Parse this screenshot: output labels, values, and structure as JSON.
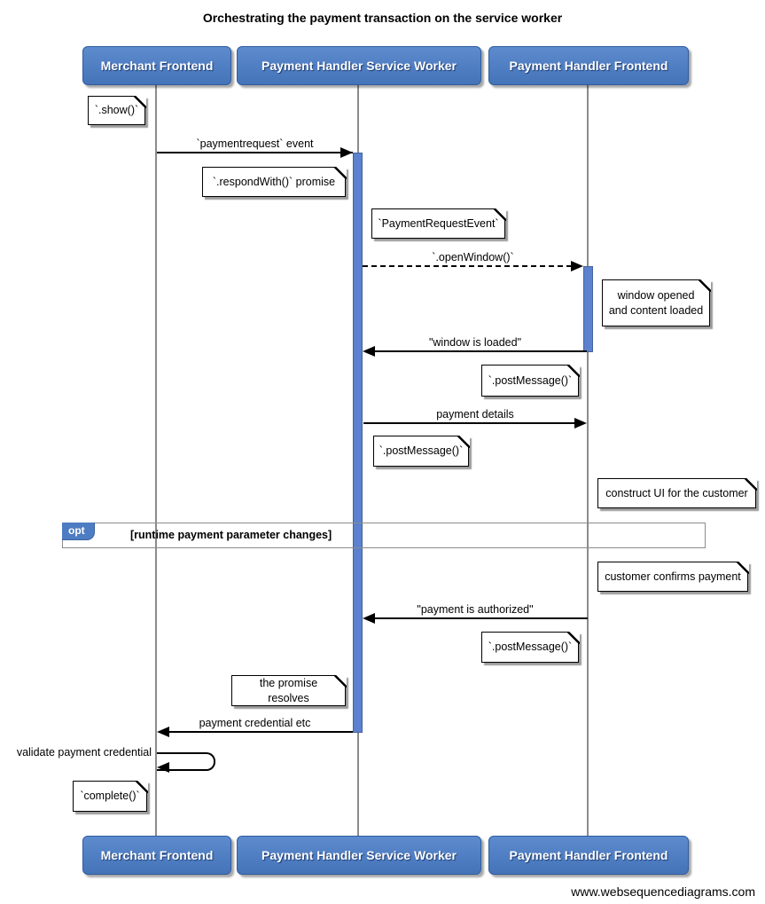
{
  "title": "Orchestrating the payment transaction on the service worker",
  "footer": "www.websequencediagrams.com",
  "actors": [
    {
      "label": "Merchant Frontend"
    },
    {
      "label": "Payment Handler Service Worker"
    },
    {
      "label": "Payment Handler Frontend"
    }
  ],
  "messages": {
    "payment_request": "`paymentrequest` event",
    "open_window": "`.openWindow()`",
    "window_loaded": "\"window is loaded\"",
    "payment_details": "payment details",
    "payment_authorized": "\"payment is authorized\"",
    "payment_credential": "payment credential etc",
    "validate_credential": "validate payment credential"
  },
  "notes": {
    "show": "`.show()`",
    "respond_with": "`.respondWith()` promise",
    "payment_request_event": "`PaymentRequestEvent`",
    "window_opened": "window opened\nand content loaded",
    "post_message_1": "`.postMessage()`",
    "post_message_2": "`.postMessage()`",
    "construct_ui": "construct UI for the customer",
    "customer_confirms": "customer confirms payment",
    "post_message_3": "`.postMessage()`",
    "promise_resolves": "the promise resolves",
    "complete": "`complete()`"
  },
  "fragment": {
    "operator": "opt",
    "condition": "[runtime payment parameter changes]"
  },
  "colors": {
    "actor_fill": "#4d7cc2",
    "activation_fill": "#5b81cf",
    "lifeline": "#8c8c8c",
    "note_shadow": "#828282",
    "fragment_border": "#8c8c8c"
  }
}
